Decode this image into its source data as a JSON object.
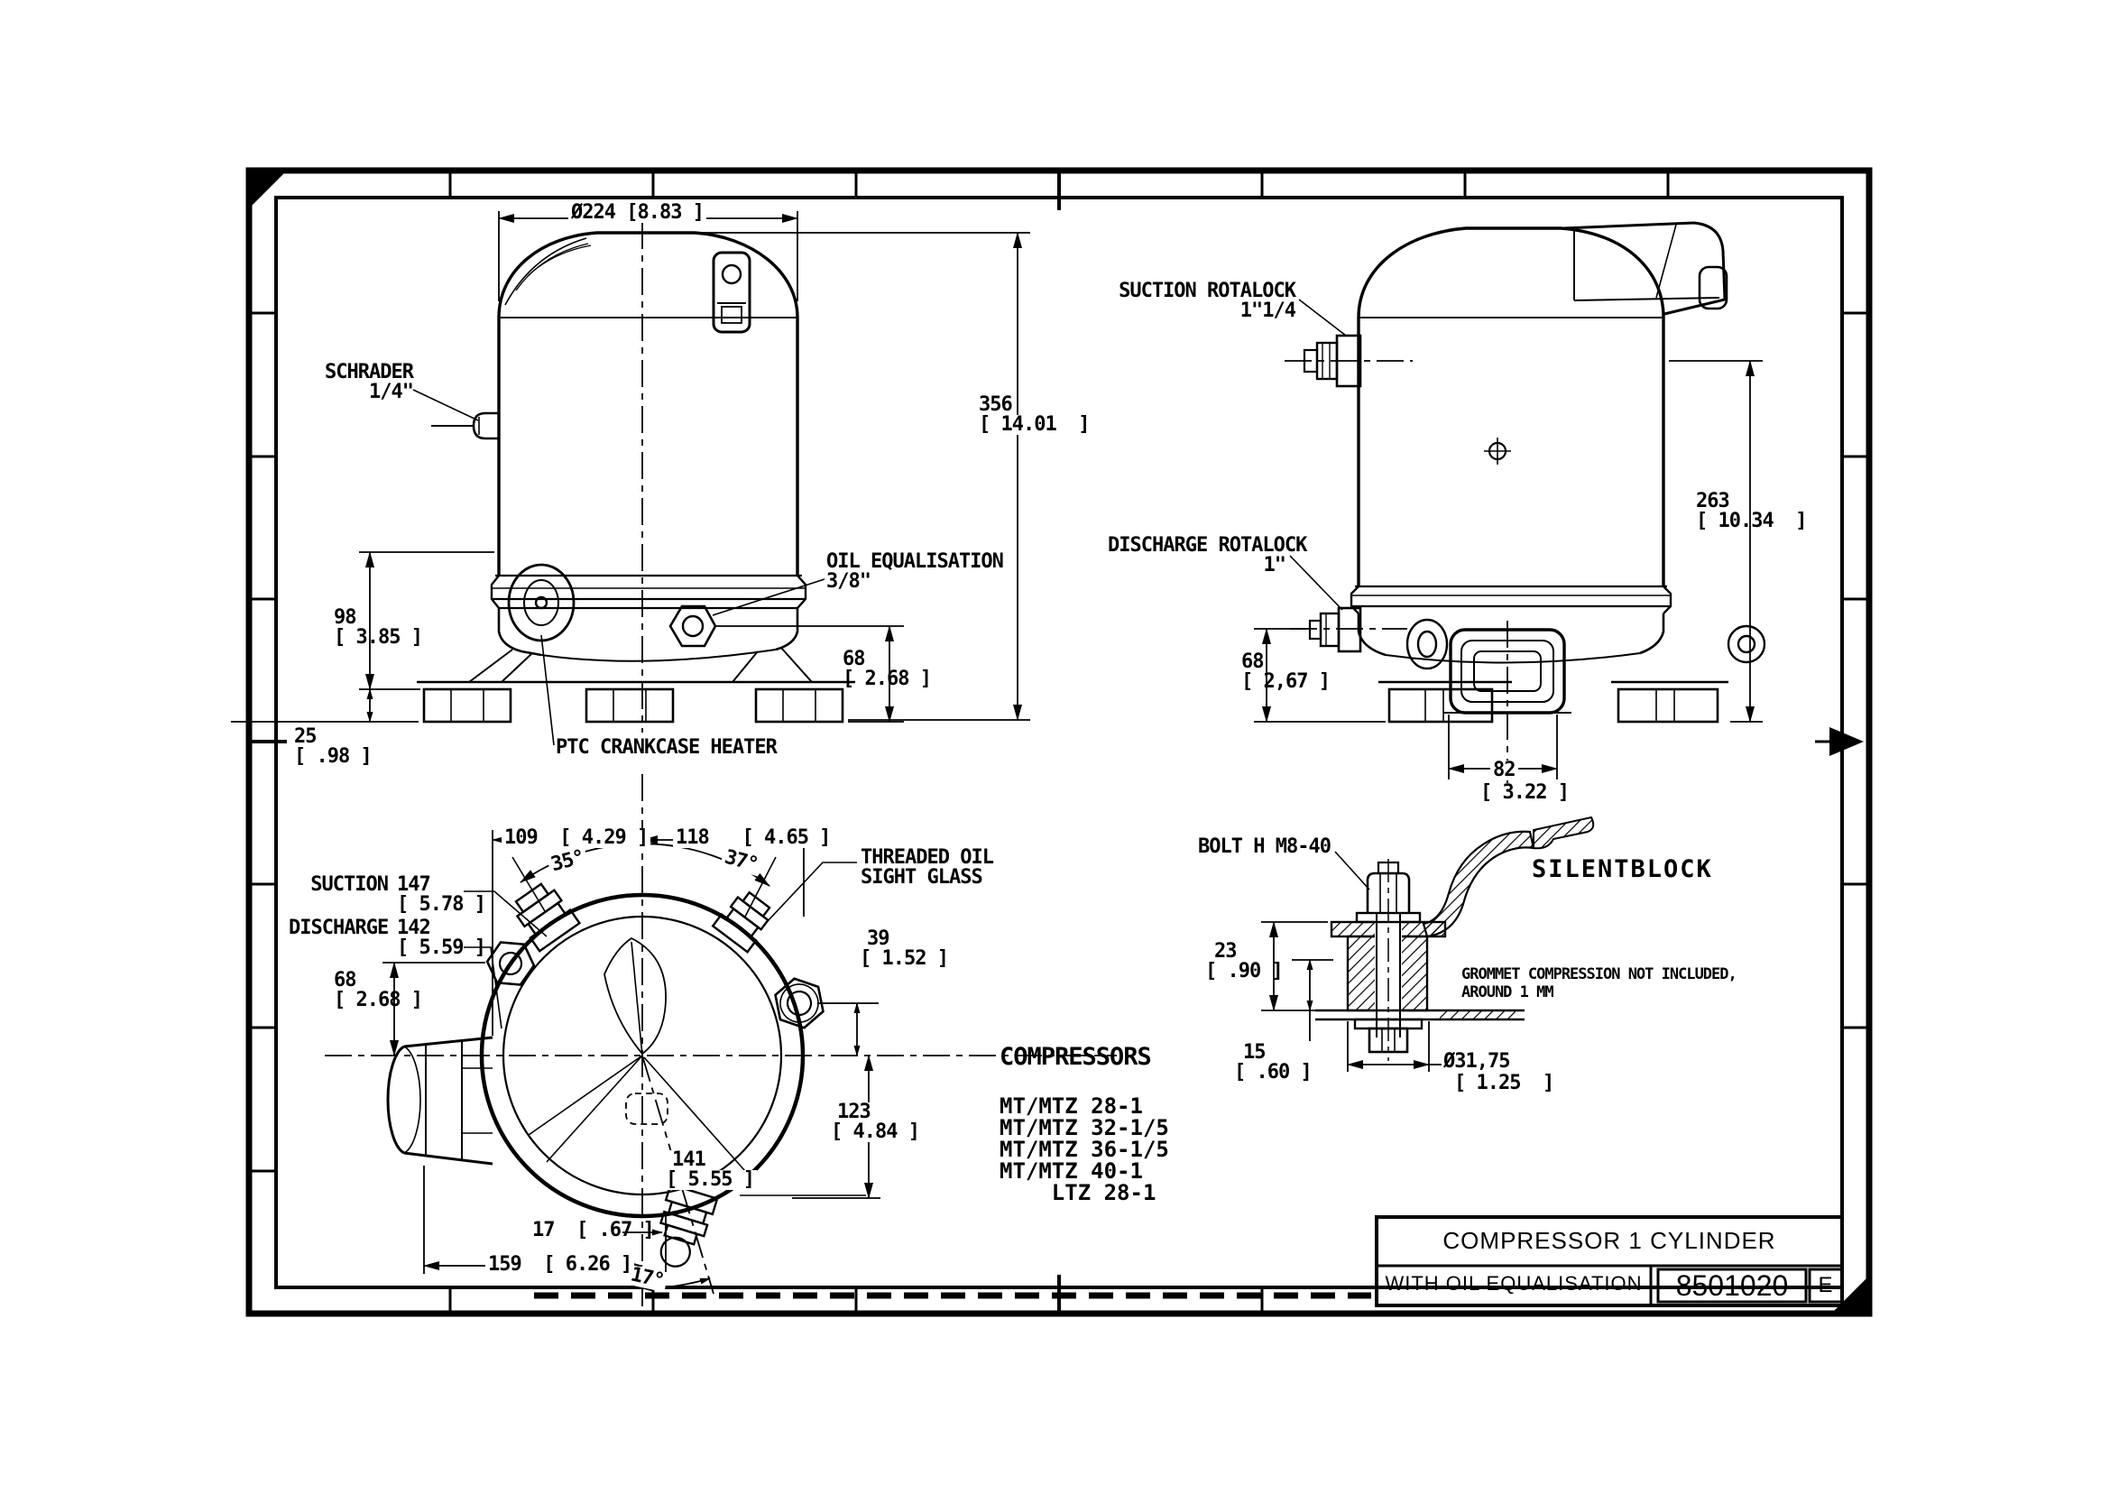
{
  "front_view": {
    "dim_diameter": "Ø224 [8.83 ]",
    "label_schrader": "SCHRADER",
    "label_schrader_size": "1/4\"",
    "dim_height_mm": "356",
    "dim_height_in": "[ 14.01  ]",
    "dim_98_mm": "98",
    "dim_98_in": "[ 3.85 ]",
    "dim_25_mm": "25",
    "dim_25_in": "[ .98 ]",
    "dim_68_mm": "68",
    "dim_68_in": "[ 2.68 ]",
    "label_oil_equalisation": "OIL EQUALISATION",
    "label_oil_equalisation_size": "3/8\"",
    "label_ptc_heater": "PTC CRANKCASE HEATER"
  },
  "side_view": {
    "label_suction_rotalock": "SUCTION ROTALOCK",
    "label_suction_size": "1\"1/4",
    "label_discharge_rotalock": "DISCHARGE ROTALOCK",
    "label_discharge_size": "1\"",
    "dim_height_mm": "263",
    "dim_height_in": "[ 10.34  ]",
    "dim_68_mm": "68",
    "dim_68_in": "[ 2,67 ]",
    "dim_82_mm": "82",
    "dim_82_in": "[ 3.22 ]"
  },
  "top_view": {
    "dim_109": "109  [ 4.29 ]",
    "dim_118": "118   [ 4.65 ]",
    "angle_35": "35°",
    "angle_37": "37°",
    "label_suction": "SUCTION",
    "dim_suction_mm": "147",
    "dim_suction_in": "[ 5.78 ]",
    "label_discharge": "DISCHARGE",
    "dim_discharge_mm": "142",
    "dim_discharge_in": "[ 5.59 ]",
    "dim_68_mm": "68",
    "dim_68_in": "[ 2.68 ]",
    "dim_39_mm": "39",
    "dim_39_in": "[ 1.52 ]",
    "dim_141_mm": "141",
    "dim_141_in": "[ 5.55 ]",
    "dim_123_mm": "123",
    "dim_123_in": "[ 4.84 ]",
    "dim_17": "17  [ .67 ]",
    "dim_159": "159  [ 6.26 ]",
    "angle_17": "17°",
    "label_sight_glass_line1": "THREADED OIL",
    "label_sight_glass_line2": "SIGHT GLASS"
  },
  "silentblock": {
    "label_bolt": "BOLT H M8-40",
    "title": "SILENTBLOCK",
    "dim_23_mm": "23",
    "dim_23_in": "[ .90 ]",
    "dim_15_mm": "15",
    "dim_15_in": "[ .60 ]",
    "dim_dia_mm": "Ø31,75",
    "dim_dia_in": "[ 1.25  ]",
    "note_line1": "GROMMET COMPRESSION NOT INCLUDED,",
    "note_line2": "AROUND 1 MM"
  },
  "compressors": {
    "heading": "COMPRESSORS",
    "items": [
      "MT/MTZ 28-1",
      "MT/MTZ 32-1/5",
      "MT/MTZ 36-1/5",
      "MT/MTZ 40-1",
      "    LTZ 28-1"
    ]
  },
  "title_block": {
    "title": "COMPRESSOR 1 CYLINDER",
    "subtitle": "WITH OIL EQUALISATION",
    "drawing_number": "8501020",
    "revision": "E"
  },
  "colors": {
    "ink": "#000000",
    "paper": "#ffffff"
  }
}
